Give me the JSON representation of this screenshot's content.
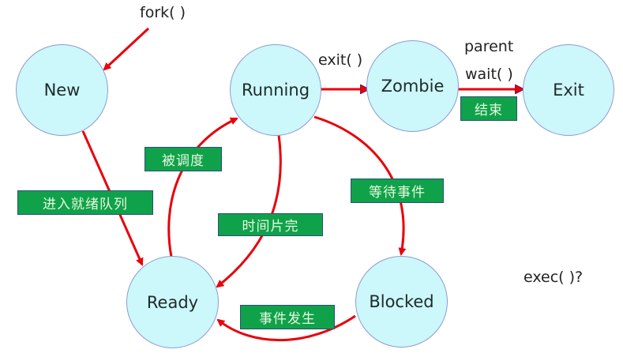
{
  "diagram": {
    "title": "Process State Transitions",
    "states": {
      "new": "New",
      "running": "Running",
      "zombie": "Zombie",
      "exit": "Exit",
      "ready": "Ready",
      "blocked": "Blocked"
    },
    "call_labels": {
      "fork": "fork( )",
      "exit": "exit( )",
      "parent": "parent",
      "wait": "wait( )",
      "exec": "exec( )?"
    },
    "transition_tags": {
      "enter_ready_queue": "进入就绪队列",
      "scheduled": "被调度",
      "time_slice_done": "时间片完",
      "wait_event": "等待事件",
      "event_occurs": "事件发生",
      "finish": "结束"
    },
    "transitions": [
      {
        "from": "fork",
        "to": "New"
      },
      {
        "from": "New",
        "to": "Ready",
        "label": "进入就绪队列"
      },
      {
        "from": "Ready",
        "to": "Running",
        "label": "被调度"
      },
      {
        "from": "Running",
        "to": "Ready",
        "label": "时间片完"
      },
      {
        "from": "Running",
        "to": "Blocked",
        "label": "等待事件"
      },
      {
        "from": "Blocked",
        "to": "Ready",
        "label": "事件发生"
      },
      {
        "from": "Running",
        "to": "Zombie",
        "label": "exit( )"
      },
      {
        "from": "Zombie",
        "to": "Exit",
        "label": "parent wait( ) / 结束"
      }
    ],
    "colors": {
      "state_fill": "#ccf7fb",
      "state_border": "#8d9ccf",
      "arrow": "#e8000b",
      "tag_fill": "#0fa24a",
      "tag_text": "#e8f8e0"
    }
  }
}
